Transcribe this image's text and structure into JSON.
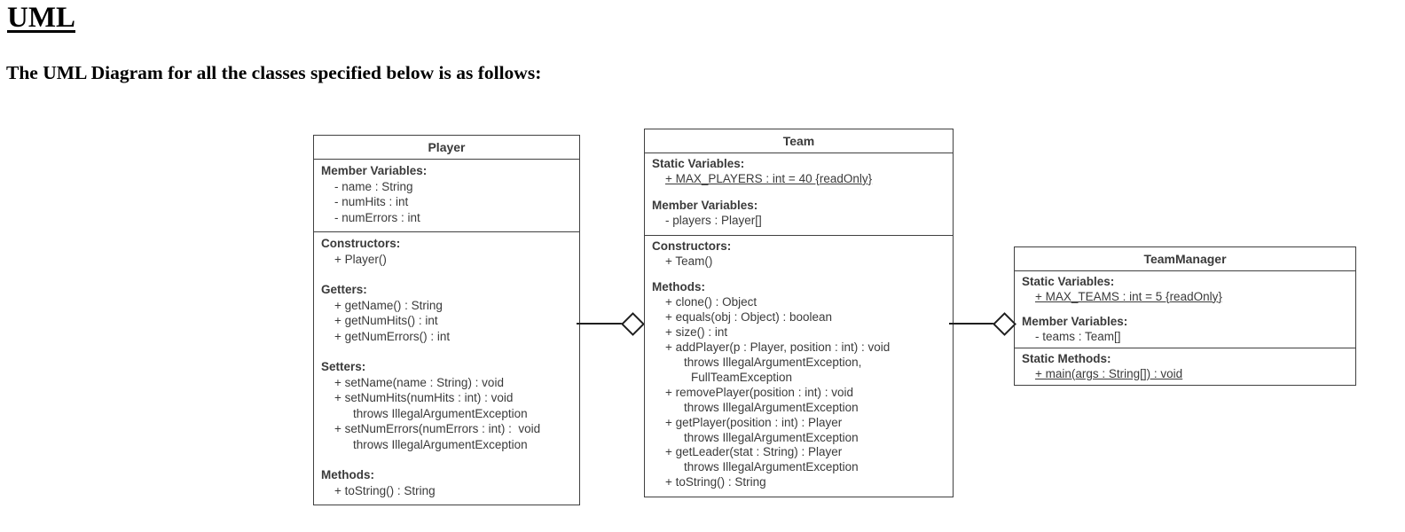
{
  "page": {
    "title": "UML",
    "subtitle": "The UML Diagram for all the classes specified below is as follows:"
  },
  "classes": [
    {
      "name": "Player",
      "compartments": [
        [
          {
            "header": "Member Variables:",
            "items": [
              {
                "t": "- name : String"
              },
              {
                "t": "- numHits : int"
              },
              {
                "t": "- numErrors : int"
              }
            ]
          }
        ],
        [
          {
            "header": "Constructors:",
            "items": [
              {
                "t": "+ Player()"
              }
            ]
          },
          {
            "header": "Getters:",
            "items": [
              {
                "t": "+ getName() : String"
              },
              {
                "t": "+ getNumHits() : int"
              },
              {
                "t": "+ getNumErrors() : int"
              }
            ]
          },
          {
            "header": "Setters:",
            "items": [
              {
                "t": "+ setName(name : String) : void"
              },
              {
                "t": "+ setNumHits(numHits : int) : void"
              },
              {
                "t": "throws IllegalArgumentException",
                "lvl": 2
              },
              {
                "t": "+ setNumErrors(numErrors : int) :  void"
              },
              {
                "t": "throws IllegalArgumentException",
                "lvl": 2
              }
            ]
          },
          {
            "header": "Methods:",
            "items": [
              {
                "t": "+ toString() : String"
              }
            ]
          }
        ]
      ]
    },
    {
      "name": "Team",
      "compartments": [
        [
          {
            "header": "Static Variables:",
            "items": [
              {
                "t": "+ MAX_PLAYERS : int = 40 {readOnly}",
                "u": true
              }
            ]
          },
          {
            "header": "Member Variables:",
            "items": [
              {
                "t": "- players : Player[]"
              }
            ]
          }
        ],
        [
          {
            "header": "Constructors:",
            "items": [
              {
                "t": "+ Team()"
              }
            ]
          },
          {
            "header": "Methods:",
            "items": [
              {
                "t": "+ clone() : Object"
              },
              {
                "t": "+ equals(obj : Object) : boolean"
              },
              {
                "t": "+ size() : int"
              },
              {
                "t": "+ addPlayer(p : Player, position : int) : void"
              },
              {
                "t": "throws IllegalArgumentException,",
                "lvl": 2
              },
              {
                "t": "FullTeamException",
                "lvl": 3
              },
              {
                "t": "+ removePlayer(position : int) : void"
              },
              {
                "t": "throws IllegalArgumentException",
                "lvl": 2
              },
              {
                "t": "+ getPlayer(position : int) : Player"
              },
              {
                "t": "throws IllegalArgumentException",
                "lvl": 2
              },
              {
                "t": "+ getLeader(stat : String) : Player"
              },
              {
                "t": "throws IllegalArgumentException",
                "lvl": 2
              },
              {
                "t": "+ toString() : String"
              }
            ]
          }
        ]
      ]
    },
    {
      "name": "TeamManager",
      "compartments": [
        [
          {
            "header": "Static Variables:",
            "items": [
              {
                "t": "+ MAX_TEAMS : int = 5 {readOnly}",
                "u": true
              }
            ]
          },
          {
            "header": "Member Variables:",
            "items": [
              {
                "t": "- teams : Team[]"
              }
            ]
          }
        ],
        [
          {
            "header": "Static Methods:",
            "items": [
              {
                "t": "+ main(args : String[]) : void",
                "u": true
              }
            ]
          }
        ]
      ]
    }
  ],
  "connectors": [
    {
      "from": "Player",
      "to": "Team",
      "type": "aggregation"
    },
    {
      "from": "Team",
      "to": "TeamManager",
      "type": "aggregation"
    }
  ]
}
